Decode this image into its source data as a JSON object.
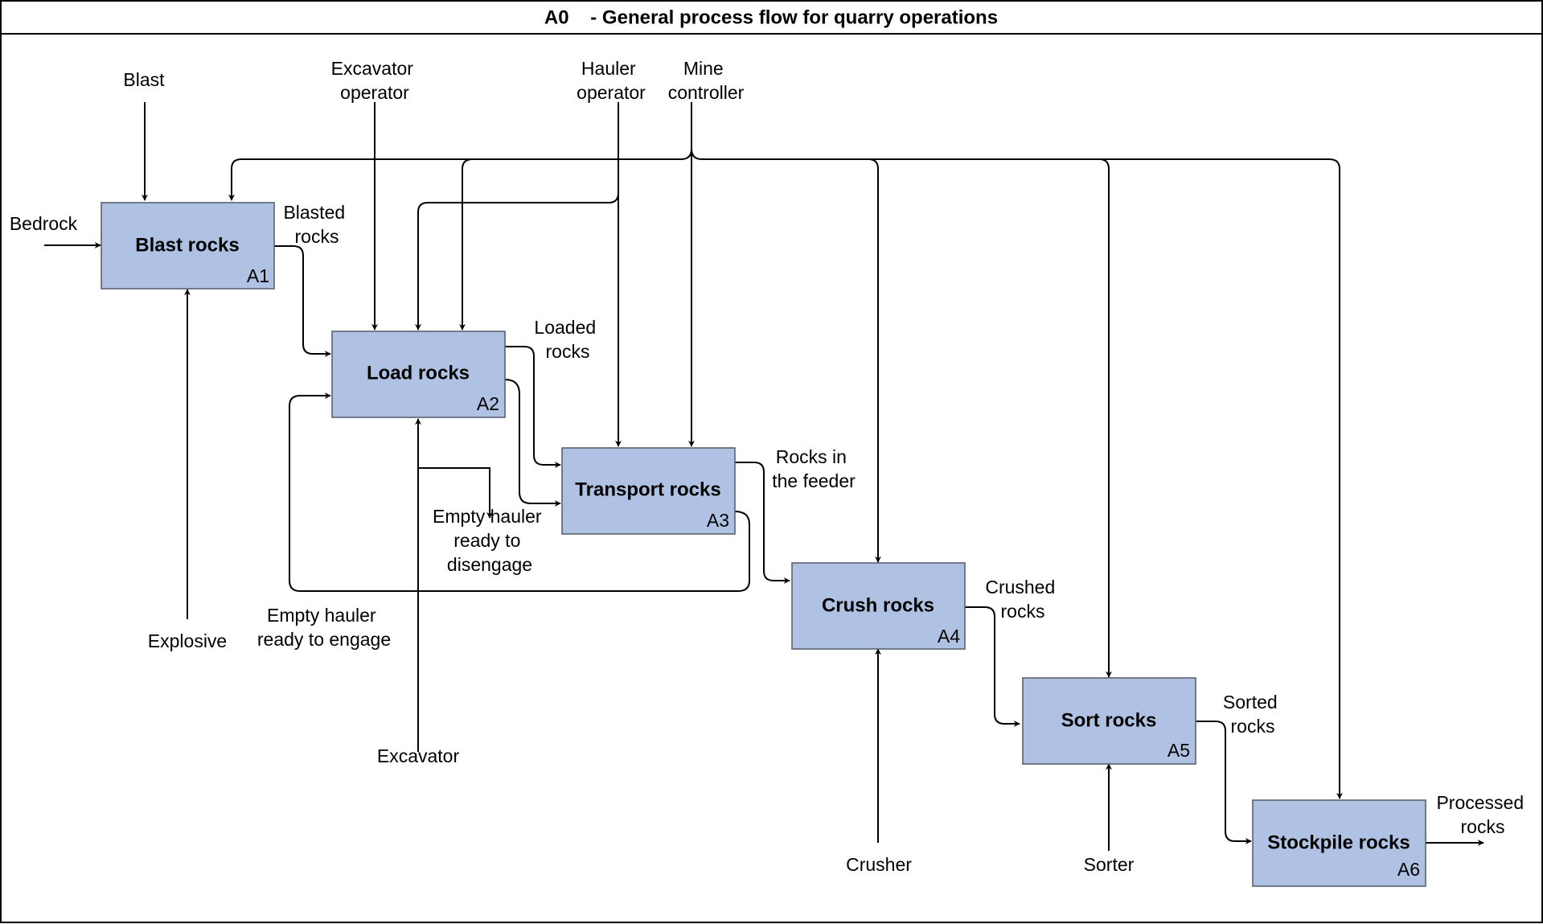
{
  "title": "A0    - General process flow for quarry operations",
  "colors": {
    "box_fill": "#b0c2e4",
    "box_stroke": "#5a6270",
    "line": "#000000",
    "background": "#ffffff"
  },
  "activities": [
    {
      "id": "A1",
      "name": "Blast rocks"
    },
    {
      "id": "A2",
      "name": "Load rocks"
    },
    {
      "id": "A3",
      "name": "Transport rocks"
    },
    {
      "id": "A4",
      "name": "Crush rocks"
    },
    {
      "id": "A5",
      "name": "Sort rocks"
    },
    {
      "id": "A6",
      "name": "Stockpile rocks"
    }
  ],
  "labels": {
    "blast": [
      "Blast"
    ],
    "bedrock": [
      "Bedrock"
    ],
    "explosive": [
      "Explosive"
    ],
    "excavator_operator": [
      "Excavator",
      "operator"
    ],
    "hauler_operator": [
      "Hauler",
      "operator"
    ],
    "mine_controller": [
      "Mine",
      "controller"
    ],
    "blasted_rocks": [
      "Blasted",
      "rocks"
    ],
    "loaded_rocks": [
      "Loaded",
      "rocks"
    ],
    "empty_hauler_disengage": [
      "Empty hauler",
      "ready to",
      "disengage"
    ],
    "empty_hauler_engage": [
      "Empty hauler",
      "ready to engage"
    ],
    "excavator": [
      "Excavator"
    ],
    "rocks_in_feeder": [
      "Rocks in",
      "the feeder"
    ],
    "crushed_rocks": [
      "Crushed",
      "rocks"
    ],
    "crusher": [
      "Crusher"
    ],
    "sorted_rocks": [
      "Sorted",
      "rocks"
    ],
    "sorter": [
      "Sorter"
    ],
    "processed_rocks": [
      "Processed",
      "rocks"
    ]
  }
}
